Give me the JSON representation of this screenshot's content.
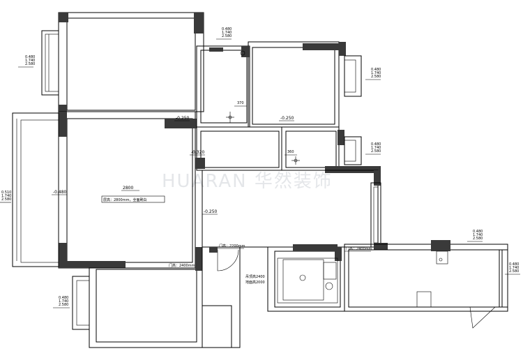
{
  "watermark": "HUARAN 华然装饰",
  "floor_level_marks": [
    "-0.250",
    "-0.250",
    "-0.320",
    "-0.480",
    "-0.250"
  ],
  "ceiling_height": "2800",
  "ceiling_note": "层高：2800mm，全面刷白",
  "dimension_labels": [
    "370",
    "360"
  ],
  "window_labels": [
    [
      "0.480",
      "1.740",
      "2.580"
    ],
    [
      "0.480",
      "1.740",
      "2.580"
    ],
    [
      "0.480",
      "1.740",
      "2.580"
    ],
    [
      "0.480",
      "1.740",
      "2.580"
    ],
    [
      "0.510",
      "1.740",
      "2.580"
    ],
    [
      "0.480",
      "1.740",
      "2.580"
    ],
    [
      "0.480",
      "1.740",
      "2.580"
    ],
    [
      "0.480",
      "1.740",
      "2.580"
    ]
  ],
  "door_labels": [
    "门高：2400mm",
    "门高：2200mm",
    "门高：2400mm"
  ],
  "bath_labels": [
    "吊顶高2400",
    "地面高2000"
  ]
}
